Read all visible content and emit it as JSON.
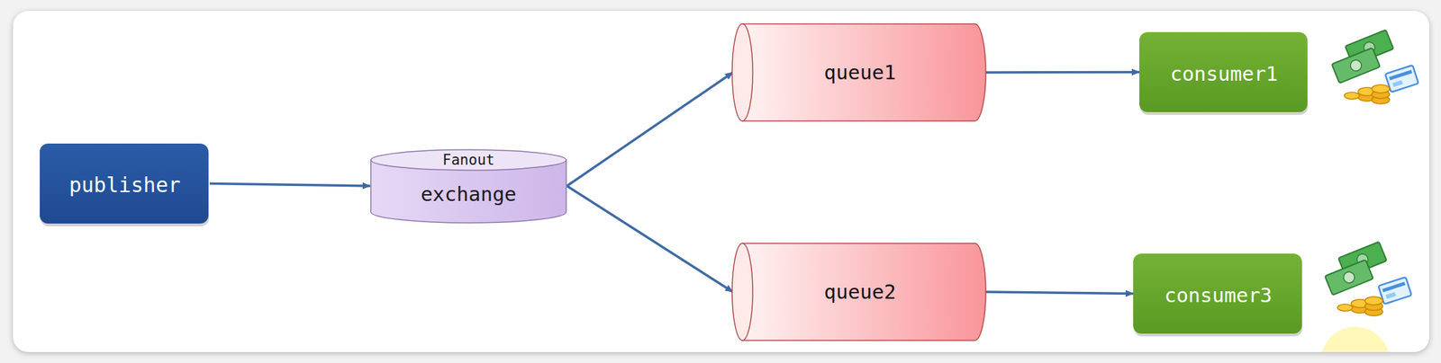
{
  "diagram": {
    "nodes": [
      {
        "text": [
          "publisher"
        ]
      },
      {
        "text": [
          "Fanout",
          "exchange"
        ]
      },
      {
        "text": [
          "queue1"
        ]
      },
      {
        "text": [
          "queue2"
        ]
      },
      {
        "text": [
          "consumer1"
        ]
      },
      {
        "text": [
          "consumer3"
        ]
      }
    ],
    "edges": [
      {
        "from": 0,
        "to": 1,
        "arrow": "to"
      },
      {
        "from": 1,
        "to": 2,
        "arrow": "to"
      },
      {
        "from": 1,
        "to": 3,
        "arrow": "to"
      },
      {
        "from": 2,
        "to": 4,
        "arrow": "to"
      },
      {
        "from": 3,
        "to": 5,
        "arrow": "to"
      }
    ]
  }
}
